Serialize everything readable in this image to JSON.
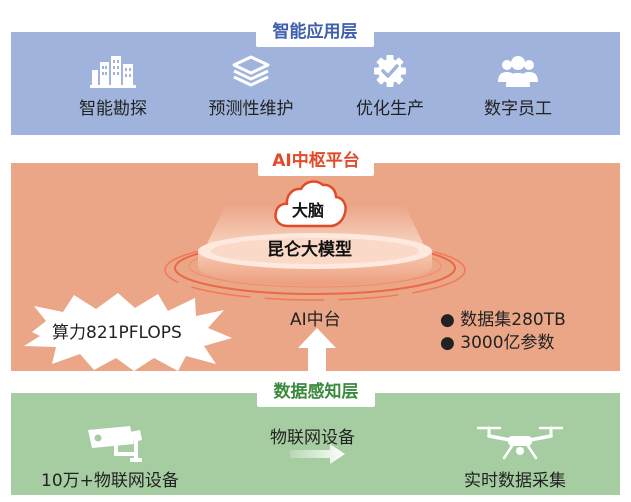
{
  "application_layer": {
    "title": "智能应用层",
    "items": [
      {
        "label": "智能勘探",
        "icon": "buildings-icon"
      },
      {
        "label": "预测性维护",
        "icon": "layers-icon"
      },
      {
        "label": "优化生产",
        "icon": "gear-check-icon"
      },
      {
        "label": "数字员工",
        "icon": "users-icon"
      }
    ]
  },
  "ai_platform_layer": {
    "title": "AI中枢平台",
    "brain_label": "大脑",
    "model_label": "昆仑大模型",
    "compute_label": "算力821PFLOPS",
    "center_label": "AI中台",
    "bullets": [
      "数据集280TB",
      "3000亿参数"
    ]
  },
  "data_perception_layer": {
    "title": "数据感知层",
    "camera_label": "10万+物联网设备",
    "flow_label": "物联网设备",
    "drone_label": "实时数据采集"
  },
  "colors": {
    "application_band": "#9fb3dc",
    "application_title": "#3f5fae",
    "ai_band": "#eba688",
    "ai_title": "#e24a2a",
    "data_band": "#a6cda2",
    "data_title": "#3a8a3e"
  }
}
